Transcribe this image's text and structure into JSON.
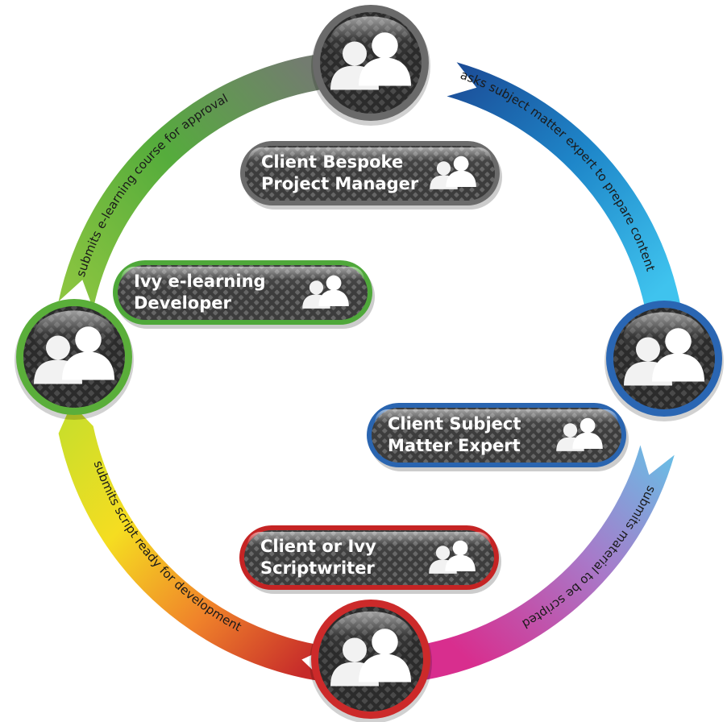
{
  "arcs": [
    {
      "id": "arc-top-right",
      "text": "asks subject matter expert to prepare content",
      "colors": [
        "#1b4a95",
        "#1e86c9",
        "#3fc3ee"
      ]
    },
    {
      "id": "arc-bottom-right",
      "text": "submits material to be scripted",
      "colors": [
        "#5ec9ea",
        "#a879c9",
        "#d82e8e"
      ]
    },
    {
      "id": "arc-bottom-left",
      "text": "submits script ready for development",
      "colors": [
        "#c62a2a",
        "#f0832a",
        "#f5dd21",
        "#c9de2b"
      ]
    },
    {
      "id": "arc-top-left",
      "text": "submits e-learning course for approval",
      "colors": [
        "#8bc540",
        "#55ac3c",
        "#737c70"
      ]
    }
  ],
  "nodes": [
    {
      "id": "node-top",
      "ring": "#6a6a6a"
    },
    {
      "id": "node-right",
      "ring": "#2a66b3"
    },
    {
      "id": "node-bottom",
      "ring": "#cc2a2a"
    },
    {
      "id": "node-left",
      "ring": "#5aae3a"
    }
  ],
  "roles": [
    {
      "id": "role-project-manager",
      "line1": "Client Bespoke",
      "line2": "Project Manager",
      "border": "#6b6b6b"
    },
    {
      "id": "role-developer",
      "line1": "Ivy e-learning",
      "line2": "Developer",
      "border": "#4fa83a"
    },
    {
      "id": "role-subject-expert",
      "line1": "Client Subject",
      "line2": "Matter Expert",
      "border": "#2a65b0"
    },
    {
      "id": "role-scriptwriter",
      "line1": "Client or Ivy",
      "line2": "Scriptwriter",
      "border": "#c52424"
    }
  ]
}
